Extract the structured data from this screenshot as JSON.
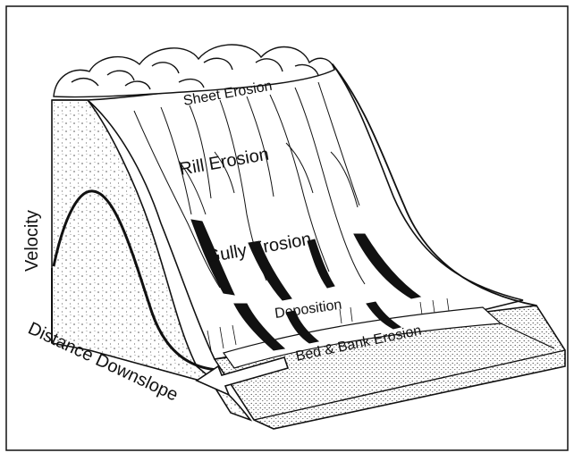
{
  "diagram": {
    "labels": {
      "sheet": "Sheet Erosion",
      "rill": "Rill Erosion",
      "gully": "Gully Erosion",
      "deposition": "Deposition",
      "bed_bank": "Bed & Bank Erosion",
      "velocity": "Velocity",
      "distance": "Distance Downslope"
    },
    "colors": {
      "ink": "#111111",
      "paper": "#ffffff",
      "soil_speckle": "#444444"
    }
  }
}
